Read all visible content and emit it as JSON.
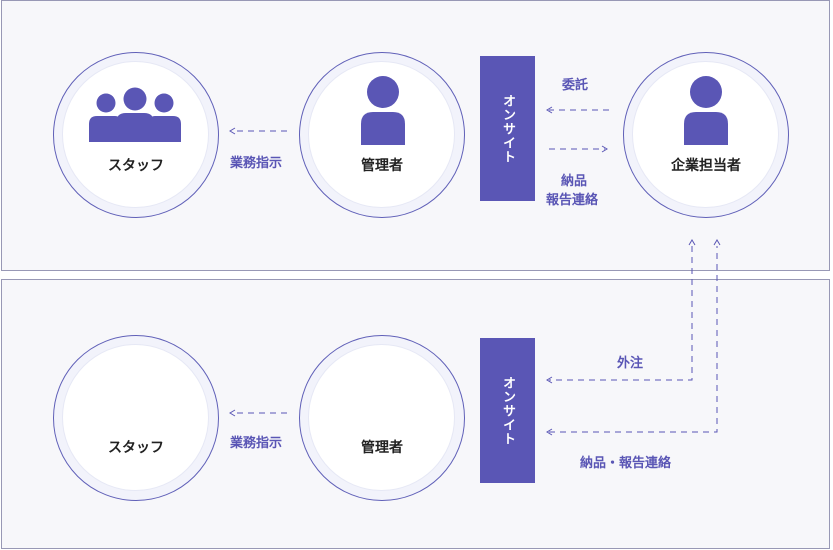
{
  "top": {
    "staff_label": "スタッフ",
    "manager_label": "管理者",
    "client_label": "企業担当者",
    "onsite_label": "オンサイト",
    "instruction_label": "業務指示",
    "commission_label": "委託",
    "delivery_label_line1": "納品",
    "delivery_label_line2": "報告連絡"
  },
  "bottom": {
    "staff_label": "スタッフ",
    "manager_label": "管理者",
    "onsite_label": "オンサイト",
    "instruction_label": "業務指示",
    "outsource_label": "外注",
    "delivery_report_label": "納品・報告連絡"
  },
  "colors": {
    "accent": "#5a56b5",
    "border": "#9898b5",
    "panel": "#f7f7fa"
  }
}
